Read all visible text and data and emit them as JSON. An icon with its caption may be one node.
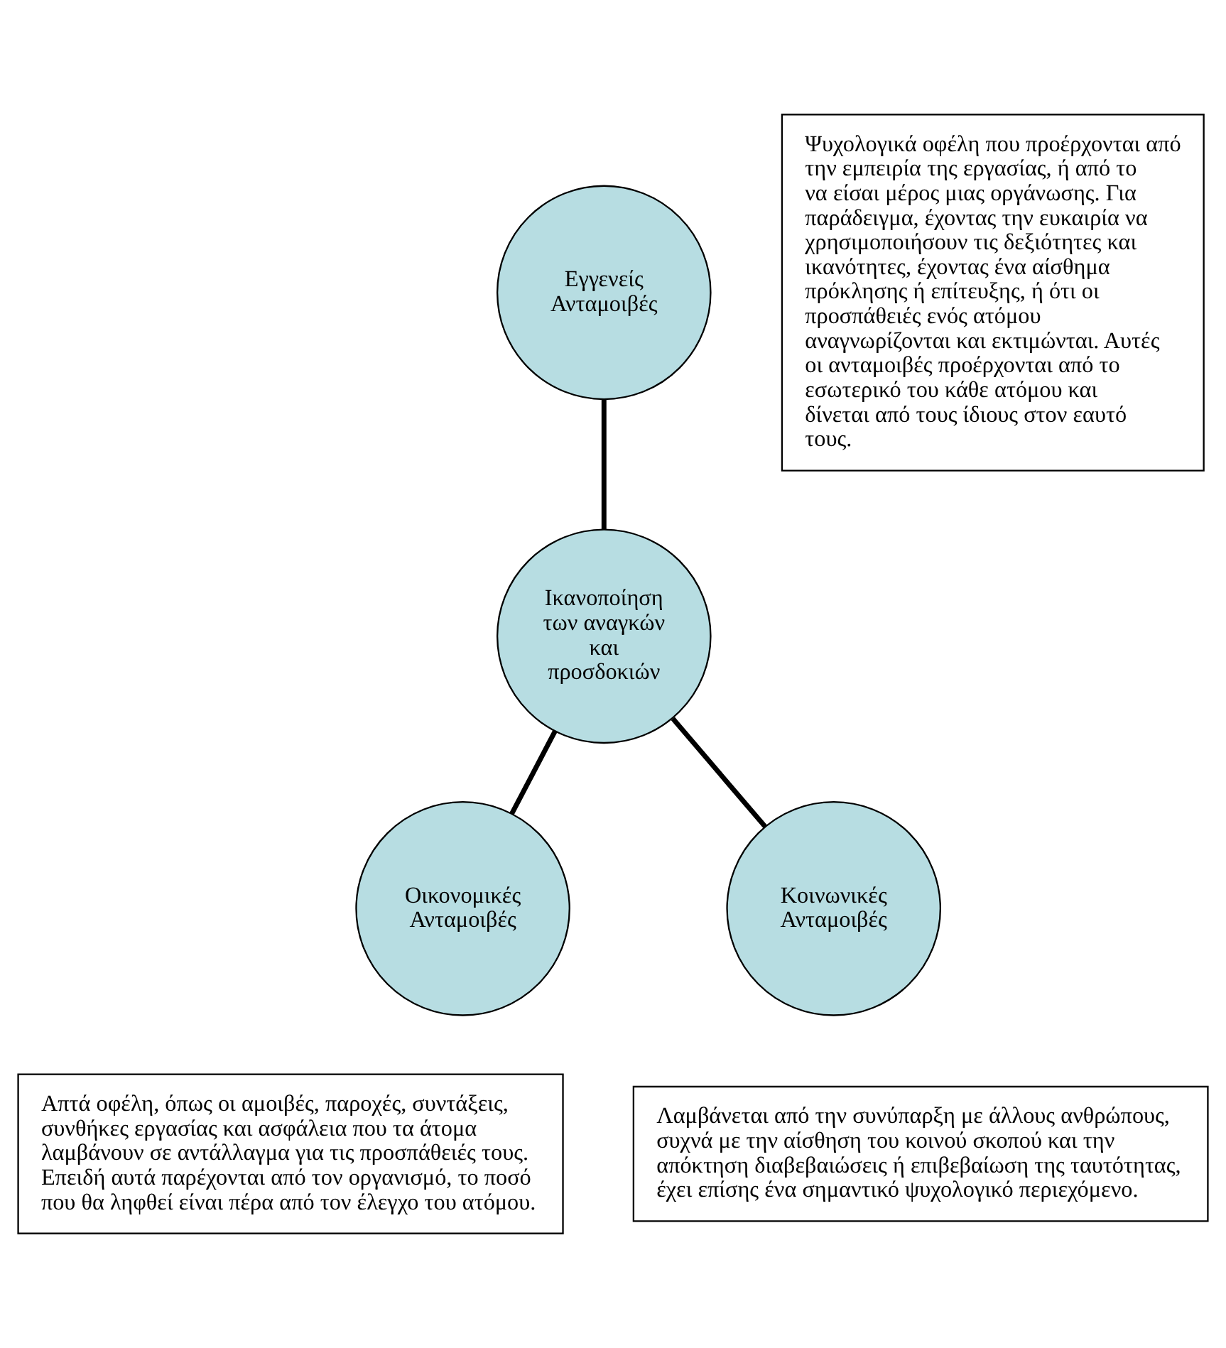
{
  "diagram": {
    "nodes": [
      {
        "text": [
          "Εγγενείς Ανταμοιβές"
        ]
      },
      {
        "text": [
          "Ψυχολογικά οφέλη που προέρχονται από την εμπειρία της εργασίας, ή από το να είσαι μέρος μιας οργάνωσης. Για παράδειγμα, έχοντας την ευκαιρία να χρησιμοποιήσουν τις δεξιότητες και ικανότητες, έχοντας ένα αίσθημα πρόκλησης ή επίτευξης, ή ότι οι προσπάθειές ενός ατόμου αναγνωρίζονται και εκτιμώνται. Αυτές οι ανταμοιβές προέρχονται από το εσωτερικό του κάθε ατόμου και δίνεται από τους ίδιους στον εαυτό τους."
        ]
      },
      {
        "text": [
          "Ικανοποίηση των αναγκών και προσδοκιών"
        ]
      },
      {
        "text": [
          "Οικονομικές Ανταμοιβές"
        ]
      },
      {
        "text": [
          "Κοινωνικές Ανταμοιβές"
        ]
      },
      {
        "text": [
          "Απτά οφέλη, όπως οι αμοιβές, παροχές, συντάξεις, συνθήκες εργασίας και ασφάλεια που τα άτομα λαμβάνουν σε αντάλλαγμα για τις προσπάθειές τους. Επειδή αυτά παρέχονται από τον οργανισμό, το ποσό που θα ληφθεί είναι πέρα από τον έλεγχο του ατόμου."
        ]
      },
      {
        "text": [
          "Λαμβάνεται από την συνύπαρξη με άλλους ανθρώπους, συχνά με την αίσθηση του κοινού σκοπού και την απόκτηση διαβεβαιώσεις ή επιβεβαίωση της ταυτότητας, έχει επίσης ένα σημαντικό ψυχολογικό περιεχόμενο."
        ]
      }
    ],
    "edges": [
      {
        "from": 0,
        "to": 2,
        "arrow": "none"
      },
      {
        "from": 2,
        "to": 3,
        "arrow": "none"
      },
      {
        "from": 2,
        "to": 4,
        "arrow": "none"
      }
    ]
  }
}
